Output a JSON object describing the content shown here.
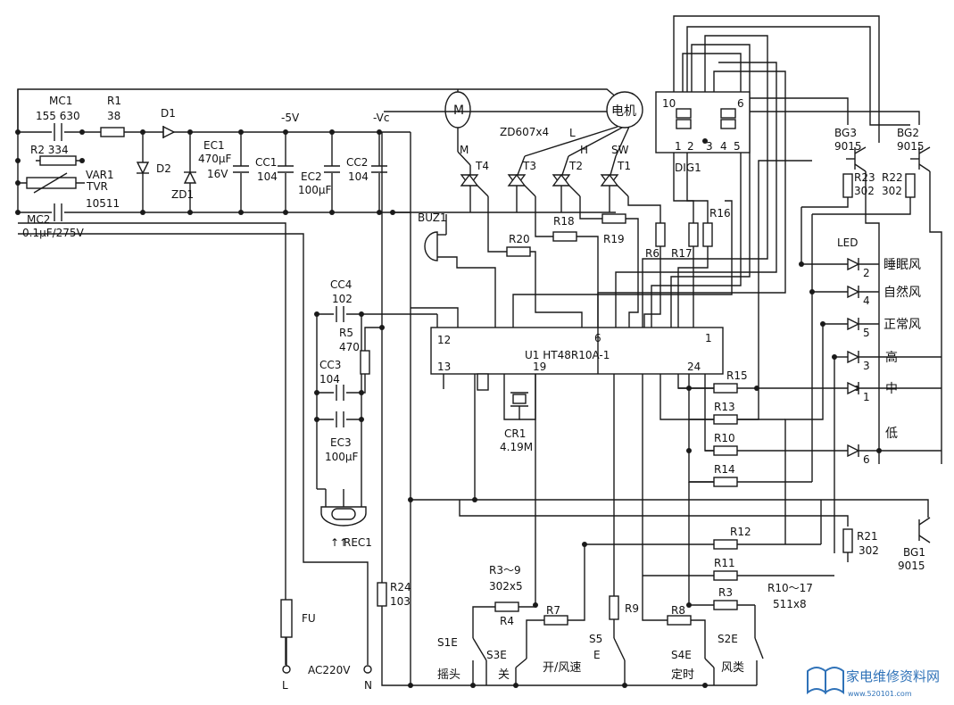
{
  "labels": {
    "MC1": "MC1",
    "MC1_val": "155  630",
    "R1": "R1",
    "R1_val": "38",
    "D1": "D1",
    "D2": "D2",
    "ZD1": "ZD1",
    "R2": "R2   334",
    "VAR1": "VAR1",
    "VAR1_t": "TVR",
    "VAR1_v": "10511",
    "MC2": "MC2",
    "MC2_v": "0.1μF/275V",
    "EC1": "EC1",
    "EC1_a": "470μF",
    "EC1_b": "16V",
    "CC1": "CC1",
    "CC1_v": "104",
    "EC2": "EC2",
    "EC2_v": "100μF",
    "CC2": "CC2",
    "CC2_v": "104",
    "m5v": "-5V",
    "mvc": "-Vc",
    "motorM": "M",
    "motor_big": "电机",
    "zd607": "ZD607x4",
    "L": "L",
    "H": "H",
    "M2": "M",
    "SW": "SW",
    "T1": "T1",
    "T2": "T2",
    "T3": "T3",
    "T4": "T4",
    "BUZ1": "BUZ1",
    "R18": "R18",
    "R19": "R19",
    "R20": "R20",
    "R6": "R6",
    "R17": "R17",
    "R16": "R16",
    "CC4": "CC4",
    "CC4_v": "102",
    "R5": "R5",
    "R5_v": "470",
    "CC3": "CC3",
    "CC3_v": "104",
    "EC3": "EC3",
    "EC3_v": "100μF",
    "U1": "U1  HT48R10A-1",
    "pin12": "12",
    "pin13": "13",
    "pin19": "19",
    "pin6": "6",
    "pin1": "1",
    "pin24": "24",
    "CR1": "CR1",
    "CR1_v": "4.19M",
    "REC1": "REC1",
    "DIG1": "DIG1",
    "d10": "10",
    "d6": "6",
    "d1": "1",
    "d2": "2",
    "d3": "3",
    "d4": "4",
    "d5": "5",
    "BG3": "BG3",
    "BG3_t": "9015",
    "BG2": "BG2",
    "BG2_t": "9015",
    "R23": "R23",
    "R23_v": "302",
    "R22": "R22",
    "R22_v": "302",
    "LED": "LED",
    "led_sleep": "睡眠风",
    "led_natural": "自然风",
    "led_normal": "正常风",
    "led_high": "高",
    "led_mid": "中",
    "led_low": "低",
    "n2": "2",
    "n4": "4",
    "n5": "5",
    "n3": "3",
    "n1": "1",
    "n6": "6",
    "R15": "R15",
    "R13": "R13",
    "R10": "R10",
    "R14": "R14",
    "R12": "R12",
    "R11": "R11",
    "R3": "R3",
    "R21": "R21",
    "R21_v": "302",
    "BG1": "BG1",
    "BG1_t": "9015",
    "R3_9": "R3～9",
    "R3_9v": "302x5",
    "R4": "R4",
    "R7": "R7",
    "R9": "R9",
    "R8": "R8",
    "R10_17": "R10～17",
    "R10_17v": "511x8",
    "R24": "R24",
    "R24_v": "103",
    "FU": "FU",
    "AC": "AC220V",
    "nL": "L",
    "nN": "N",
    "S1E": "S1E",
    "S3E": "S3E",
    "S5": "S5",
    "E": "E",
    "S4E": "S4E",
    "S2E": "S2E",
    "k_swing": "摇头",
    "k_off": "关",
    "k_on": "开/风速",
    "k_timer": "定时",
    "k_mode": "风类",
    "wm_title": "家电维修资料网",
    "wm_url": "www.520101.com"
  }
}
